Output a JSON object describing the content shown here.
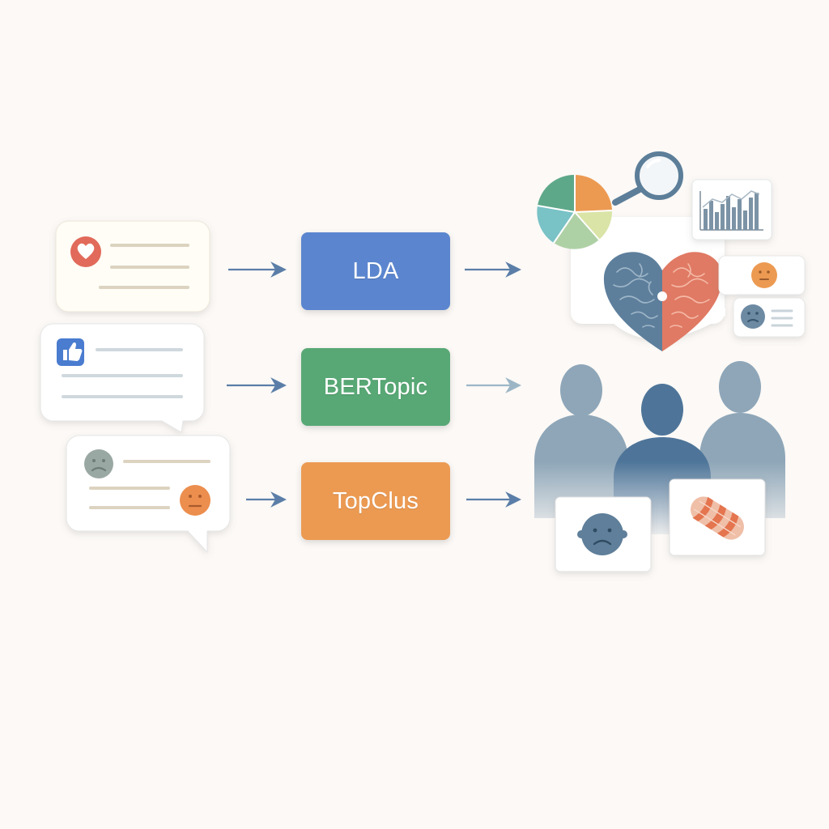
{
  "methods": [
    {
      "label": "LDA",
      "color": "#5b86cf"
    },
    {
      "label": "BERTopic",
      "color": "#58a875"
    },
    {
      "label": "TopClus",
      "color": "#ec9a52"
    }
  ],
  "colors": {
    "background": "#fcf9f6",
    "arrow": "#5b7ea8",
    "arrow_faded": "#9db6c6",
    "line": "#cfd8dd",
    "line_warm": "#dcd3c0",
    "heart_red": "#e16a5a",
    "thumb_blue": "#4a7ccf",
    "sad_gray": "#9aa8a4",
    "face_orange": "#ec8e4e",
    "person_light": "#8ea6b8",
    "person_dark": "#4e7599",
    "brain_blue": "#5d7f9c",
    "brain_red": "#e07a64"
  },
  "icons": [
    "heart-icon",
    "thumbs-up-icon",
    "sad-face-icon",
    "worried-face-icon",
    "pie-chart-icon",
    "magnifier-icon",
    "bar-chart-icon",
    "brain-heart-icon",
    "people-group-icon",
    "neutral-face-icon",
    "sad-face-icon",
    "muscle-fiber-icon"
  ]
}
